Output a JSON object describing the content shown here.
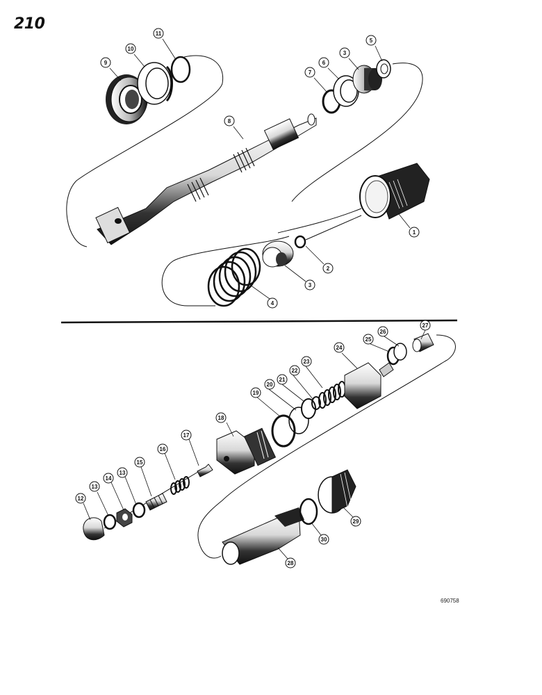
{
  "page": {
    "number": "210",
    "figure_code": "690758"
  },
  "callouts": [
    {
      "id": "c9",
      "label": "9"
    },
    {
      "id": "c10",
      "label": "10"
    },
    {
      "id": "c11",
      "label": "11"
    },
    {
      "id": "c7",
      "label": "7"
    },
    {
      "id": "c6",
      "label": "6"
    },
    {
      "id": "c3a",
      "label": "3"
    },
    {
      "id": "c5",
      "label": "5"
    },
    {
      "id": "c8",
      "label": "8"
    },
    {
      "id": "c1",
      "label": "1"
    },
    {
      "id": "c2",
      "label": "2"
    },
    {
      "id": "c3b",
      "label": "3"
    },
    {
      "id": "c4",
      "label": "4"
    },
    {
      "id": "c27",
      "label": "27"
    },
    {
      "id": "c26",
      "label": "26"
    },
    {
      "id": "c25",
      "label": "25"
    },
    {
      "id": "c24",
      "label": "24"
    },
    {
      "id": "c23",
      "label": "23"
    },
    {
      "id": "c22",
      "label": "22"
    },
    {
      "id": "c21",
      "label": "21"
    },
    {
      "id": "c20",
      "label": "20"
    },
    {
      "id": "c19",
      "label": "19"
    },
    {
      "id": "c18",
      "label": "18"
    },
    {
      "id": "c17",
      "label": "17"
    },
    {
      "id": "c16",
      "label": "16"
    },
    {
      "id": "c15",
      "label": "15"
    },
    {
      "id": "c13a",
      "label": "13"
    },
    {
      "id": "c14",
      "label": "14"
    },
    {
      "id": "c13b",
      "label": "13"
    },
    {
      "id": "c12",
      "label": "12"
    },
    {
      "id": "c29",
      "label": "29"
    },
    {
      "id": "c30",
      "label": "30"
    },
    {
      "id": "c28",
      "label": "28"
    }
  ]
}
